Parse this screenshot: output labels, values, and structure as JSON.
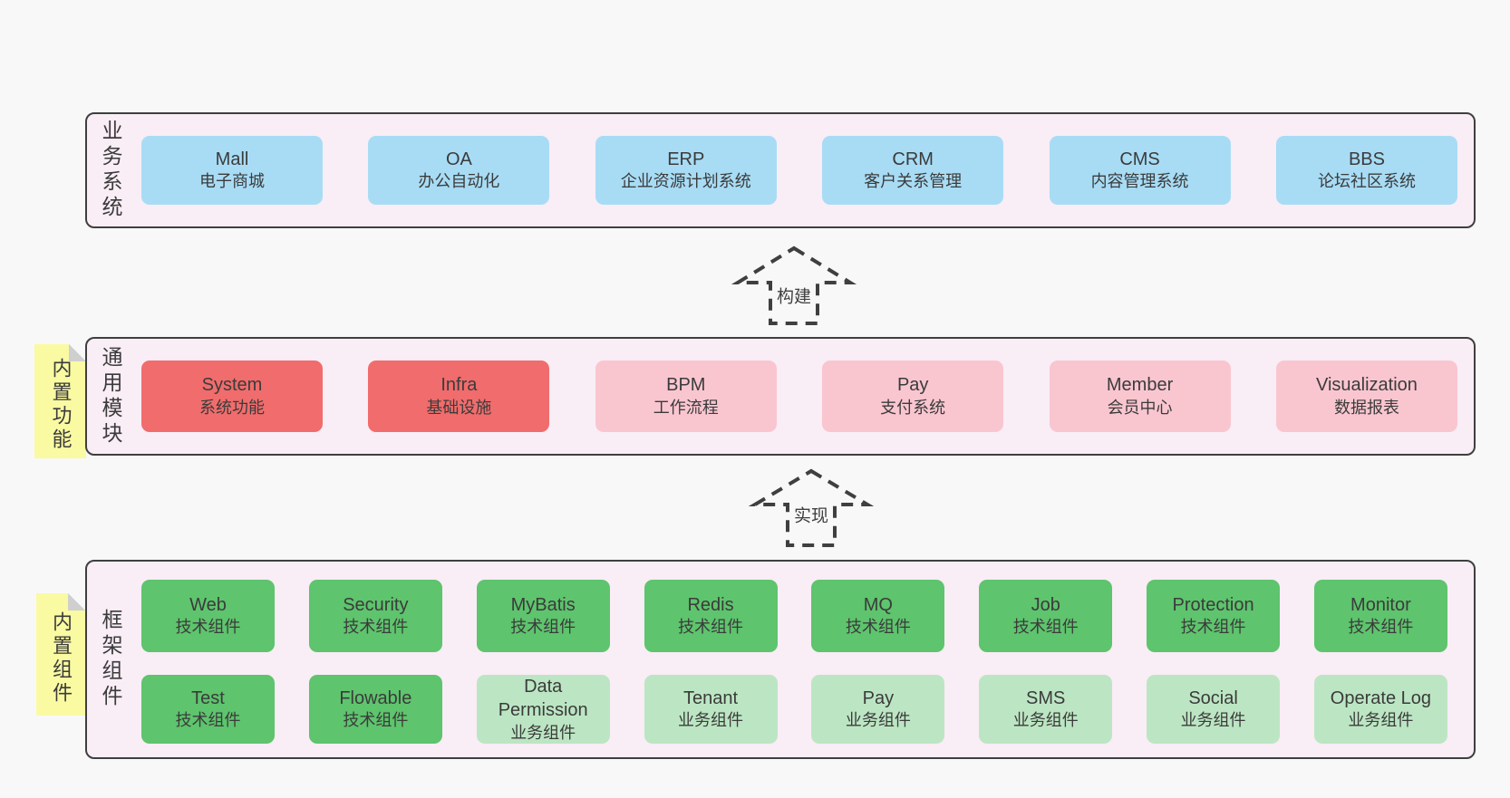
{
  "colors": {
    "page_bg": "#f8f8f8",
    "section_bg": "#f9edf6",
    "line": "#3f3f3f",
    "text": "#3b3b3b",
    "blue": "#a8dcf5",
    "red": "#f16c6c",
    "pink": "#f9c6d0",
    "green_dark": "#5ec46d",
    "green_light": "#bce6c3",
    "sticky": "#fafaa3",
    "fold": "#cfcfcf"
  },
  "arrows": {
    "build": "构建",
    "implement": "实现"
  },
  "sections": {
    "business": {
      "label": "业务系统",
      "items": [
        {
          "name": "Mall",
          "desc": "电子商城"
        },
        {
          "name": "OA",
          "desc": "办公自动化"
        },
        {
          "name": "ERP",
          "desc": "企业资源计划系统"
        },
        {
          "name": "CRM",
          "desc": "客户关系管理"
        },
        {
          "name": "CMS",
          "desc": "内容管理系统"
        },
        {
          "name": "BBS",
          "desc": "论坛社区系统"
        }
      ]
    },
    "modules": {
      "label": "通用模块",
      "sticky": "内置功能",
      "items": [
        {
          "name": "System",
          "desc": "系统功能"
        },
        {
          "name": "Infra",
          "desc": "基础设施"
        },
        {
          "name": "BPM",
          "desc": "工作流程"
        },
        {
          "name": "Pay",
          "desc": "支付系统"
        },
        {
          "name": "Member",
          "desc": "会员中心"
        },
        {
          "name": "Visualization",
          "desc": "数据报表"
        }
      ]
    },
    "components": {
      "label": "框架组件",
      "sticky": "内置组件",
      "row1": [
        {
          "name": "Web",
          "desc": "技术组件"
        },
        {
          "name": "Security",
          "desc": "技术组件"
        },
        {
          "name": "MyBatis",
          "desc": "技术组件"
        },
        {
          "name": "Redis",
          "desc": "技术组件"
        },
        {
          "name": "MQ",
          "desc": "技术组件"
        },
        {
          "name": "Job",
          "desc": "技术组件"
        },
        {
          "name": "Protection",
          "desc": "技术组件"
        },
        {
          "name": "Monitor",
          "desc": "技术组件"
        }
      ],
      "row2": [
        {
          "name": "Test",
          "desc": "技术组件"
        },
        {
          "name": "Flowable",
          "desc": "技术组件"
        },
        {
          "name": "Data Permission",
          "desc": "业务组件"
        },
        {
          "name": "Tenant",
          "desc": "业务组件"
        },
        {
          "name": "Pay",
          "desc": "业务组件"
        },
        {
          "name": "SMS",
          "desc": "业务组件"
        },
        {
          "name": "Social",
          "desc": "业务组件"
        },
        {
          "name": "Operate Log",
          "desc": "业务组件"
        }
      ]
    }
  }
}
